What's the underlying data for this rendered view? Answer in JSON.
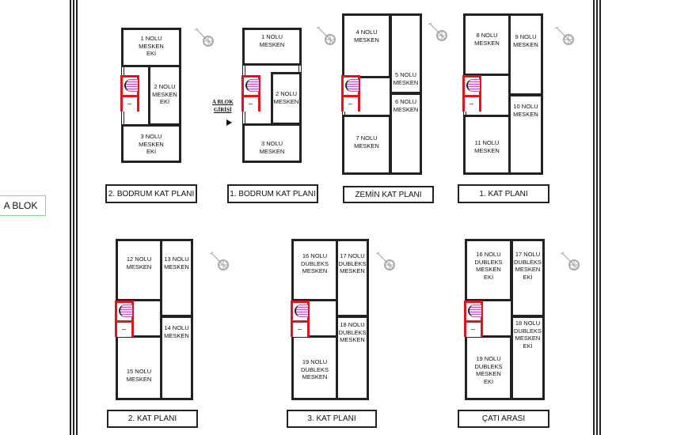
{
  "block_label": "A BLOK",
  "entrance": {
    "line1": "A BLOK",
    "line2": "GİRİŞİ"
  },
  "colors": {
    "stair": "#e0141c",
    "block_border": "#7fdc8a",
    "wall": "#222222"
  },
  "plans": [
    {
      "title": "2. BODRUM  KAT PLANI",
      "rooms": [
        "1 NOLU\nMESKEN\nEKİ",
        "2 NOLU\nMESKEN\nEKİ",
        "3 NOLU\nMESKEN\nEKİ"
      ]
    },
    {
      "title": "1. BODRUM  KAT PLANI",
      "rooms": [
        "1 NOLU\nMESKEN",
        "2 NOLU\nMESKEN",
        "3 NOLU\nMESKEN"
      ]
    },
    {
      "title": "ZEMİN  KAT PLANI",
      "rooms": [
        "4 NOLU\nMESKEN",
        "5 NOLU\nMESKEN",
        "6 NOLU\nMESKEN",
        "7 NOLU\nMESKEN"
      ]
    },
    {
      "title": "1. KAT PLANI",
      "rooms": [
        "8 NOLU\nMESKEN",
        "9 NOLU\nMESKEN",
        "10 NOLU\nMESKEN",
        "11 NOLU\nMESKEN"
      ]
    },
    {
      "title": "2. KAT PLANI",
      "rooms": [
        "12 NOLU\nMESKEN",
        "13 NOLU\nMESKEN",
        "14 NOLU\nMESKEN",
        "15 NOLU\nMESKEN"
      ]
    },
    {
      "title": "3. KAT PLANI",
      "rooms": [
        "16 NOLU\nDUBLEKS\nMESKEN",
        "17 NOLU\nDUBLEKS\nMESKEN",
        "18 NOLU\nDUBLEKS\nMESKEN",
        "19 NOLU\nDUBLEKS\nMESKEN"
      ]
    },
    {
      "title": "ÇATI ARASI",
      "rooms": [
        "16 NOLU\nDUBLEKS\nMESKEN\nEKİ",
        "17 NOLU\nDUBLEKS\nMESKEN\nEKİ",
        "18 NOLU\nDUBLEKS\nMESKEN\nEKİ",
        "19 NOLU\nDUBLEKS\nMESKEN\nEKİ"
      ]
    }
  ]
}
